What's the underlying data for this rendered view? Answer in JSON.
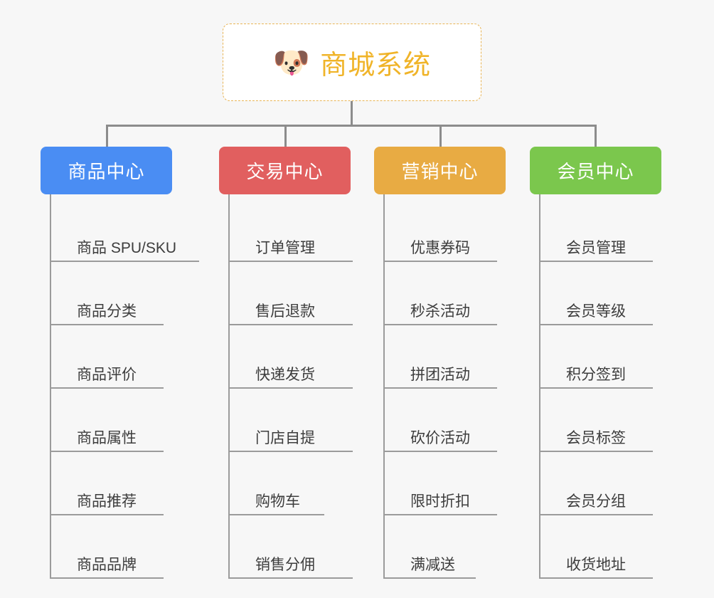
{
  "diagram": {
    "title": "商城系统",
    "root": {
      "icon": "shiba-dog-face-icon",
      "emoji": "🐶",
      "label": "商城系统",
      "text_color": "#f0b429",
      "border_color": "#e8b455",
      "background": "#ffffff"
    },
    "background_color": "#f7f7f7",
    "connector_color": "#8c8c8c",
    "branches": [
      {
        "label": "商品中心",
        "color": "#4a8df3",
        "leaves": [
          "商品 SPU/SKU",
          "商品分类",
          "商品评价",
          "商品属性",
          "商品推荐",
          "商品品牌"
        ]
      },
      {
        "label": "交易中心",
        "color": "#e15f5f",
        "leaves": [
          "订单管理",
          "售后退款",
          "快递发货",
          "门店自提",
          "购物车",
          "销售分佣"
        ]
      },
      {
        "label": "营销中心",
        "color": "#e8ab43",
        "leaves": [
          "优惠券码",
          "秒杀活动",
          "拼团活动",
          "砍价活动",
          "限时折扣",
          "满减送"
        ]
      },
      {
        "label": "会员中心",
        "color": "#7bc74d",
        "leaves": [
          "会员管理",
          "会员等级",
          "积分签到",
          "会员标签",
          "会员分组",
          "收货地址"
        ]
      }
    ]
  }
}
